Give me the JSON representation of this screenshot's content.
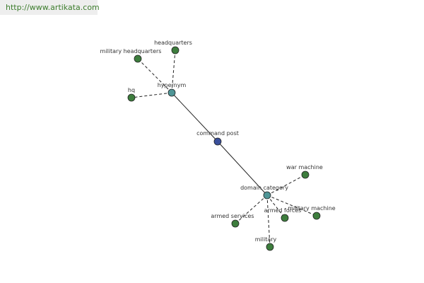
{
  "source_link": "http://www.artikata.com",
  "colors": {
    "central": "#3a4f9b",
    "relation": "#4f9596",
    "term": "#3d7d3d",
    "link_text": "#3d7d2d"
  },
  "nodes": [
    {
      "id": "command-post",
      "label": "command post",
      "kind": "central"
    },
    {
      "id": "hypernym",
      "label": "hypernym",
      "kind": "relation"
    },
    {
      "id": "domain-category",
      "label": "domain category",
      "kind": "relation"
    },
    {
      "id": "headquarters",
      "label": "headquarters",
      "kind": "term"
    },
    {
      "id": "military-headquarters",
      "label": "military headquarters",
      "kind": "term"
    },
    {
      "id": "hq",
      "label": "hq",
      "kind": "term"
    },
    {
      "id": "war-machine",
      "label": "war machine",
      "kind": "term"
    },
    {
      "id": "armed-services",
      "label": "armed services",
      "kind": "term"
    },
    {
      "id": "armed-forces",
      "label": "armed forces",
      "kind": "term"
    },
    {
      "id": "military-machine",
      "label": "military machine",
      "kind": "term"
    },
    {
      "id": "military",
      "label": "military",
      "kind": "term"
    }
  ],
  "edges": [
    {
      "from": "command-post",
      "to": "hypernym",
      "style": "solid"
    },
    {
      "from": "command-post",
      "to": "domain-category",
      "style": "solid"
    },
    {
      "from": "hypernym",
      "to": "headquarters",
      "style": "dashed"
    },
    {
      "from": "hypernym",
      "to": "military-headquarters",
      "style": "dashed"
    },
    {
      "from": "hypernym",
      "to": "hq",
      "style": "dashed"
    },
    {
      "from": "domain-category",
      "to": "war-machine",
      "style": "dashed"
    },
    {
      "from": "domain-category",
      "to": "armed-services",
      "style": "dashed"
    },
    {
      "from": "domain-category",
      "to": "armed-forces",
      "style": "dashed"
    },
    {
      "from": "domain-category",
      "to": "military-machine",
      "style": "dashed"
    },
    {
      "from": "domain-category",
      "to": "military",
      "style": "dashed"
    }
  ]
}
